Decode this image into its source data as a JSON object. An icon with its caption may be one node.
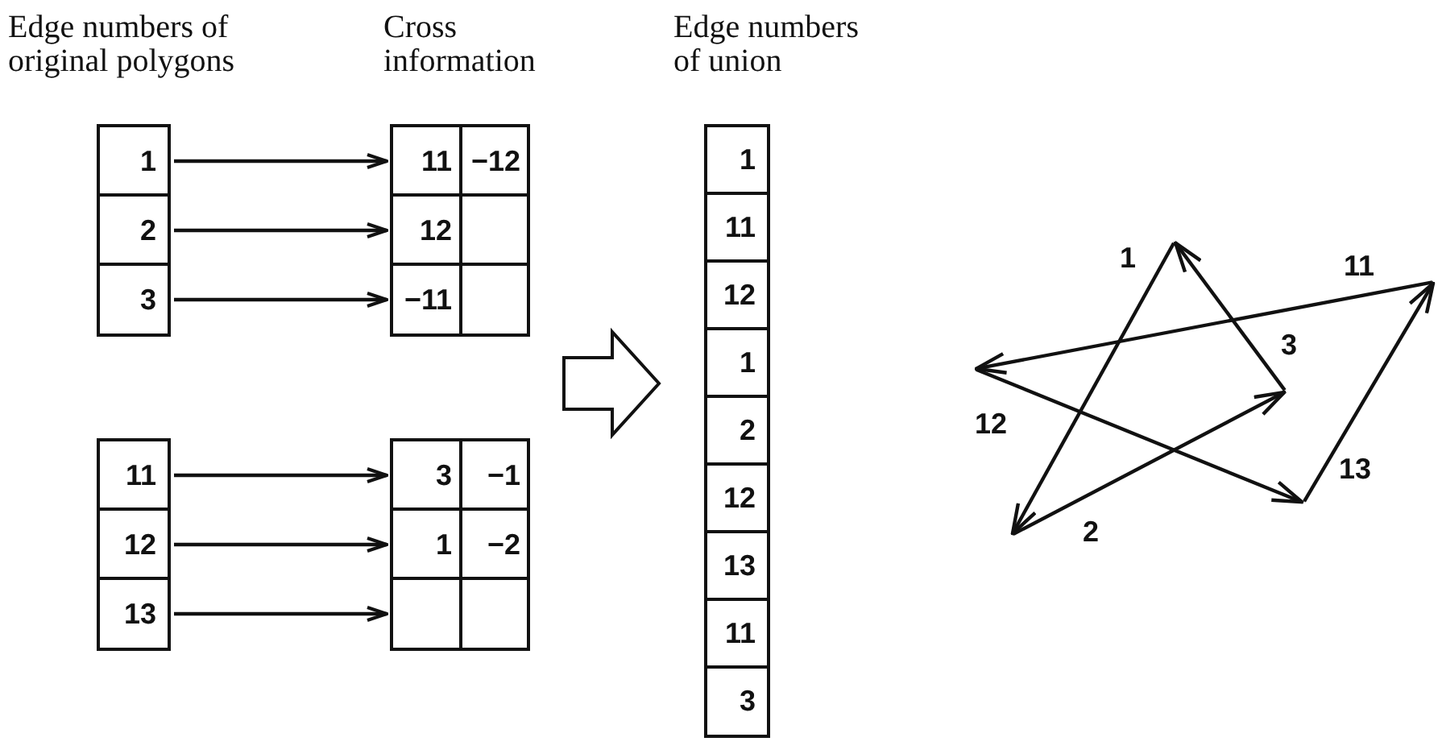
{
  "diagram": {
    "nodes": [
      {
        "text": [
          "1"
        ]
      },
      {
        "text": [
          "2"
        ]
      },
      {
        "text": [
          "3"
        ]
      },
      {
        "text": [
          "11",
          "−12"
        ]
      },
      {
        "text": [
          "12"
        ]
      },
      {
        "text": [
          "−11"
        ]
      },
      {
        "text": [
          "11"
        ]
      },
      {
        "text": [
          "12"
        ]
      },
      {
        "text": [
          "13"
        ]
      },
      {
        "text": [
          "3",
          "−1"
        ]
      },
      {
        "text": [
          "1",
          "−2"
        ]
      },
      {
        "text": [],
        "shape": "box"
      },
      {
        "text": [
          "1"
        ]
      },
      {
        "text": [
          "11"
        ]
      },
      {
        "text": [
          "12"
        ]
      },
      {
        "text": [
          "1"
        ]
      },
      {
        "text": [
          "2"
        ]
      },
      {
        "text": [
          "12"
        ]
      },
      {
        "text": [
          "13"
        ]
      },
      {
        "text": [
          "11"
        ]
      },
      {
        "text": [
          "3"
        ]
      }
    ],
    "edges": [
      {
        "from": 0,
        "to": 3,
        "arrow": "to"
      },
      {
        "from": 1,
        "to": 4,
        "arrow": "to"
      },
      {
        "from": 2,
        "to": 5,
        "arrow": "to"
      },
      {
        "from": 6,
        "to": 9,
        "arrow": "to"
      },
      {
        "from": 7,
        "to": 10,
        "arrow": "to"
      },
      {
        "from": 8,
        "to": 11,
        "arrow": "to"
      }
    ],
    "labels": [
      "Edge numbers of original polygons",
      "Cross information",
      "Edge numbers of union",
      "1",
      "11",
      "3",
      "12",
      "13",
      "2"
    ]
  }
}
